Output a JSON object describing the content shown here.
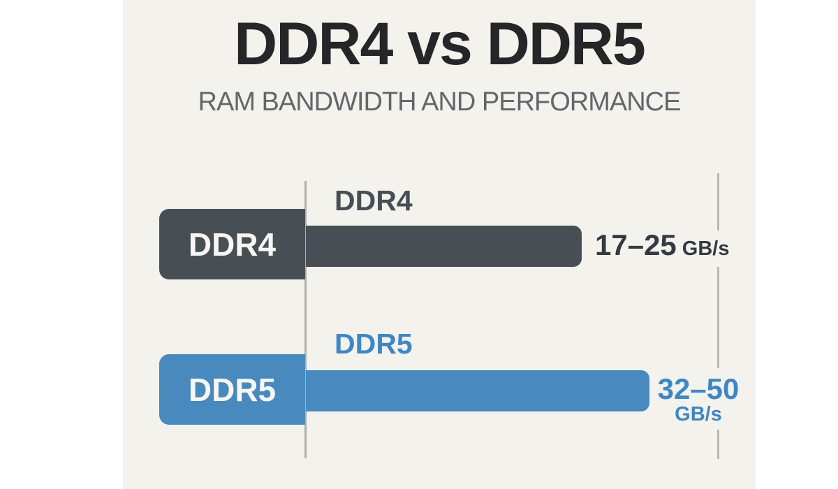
{
  "header": {
    "title": "DDR4 vs DDR5",
    "subtitle": "RAM BANDWIDTH AND PERFORMANCE"
  },
  "colors": {
    "page_background": "#ffffff",
    "panel_background": "#f4f2ed",
    "title_text": "#242628",
    "subtitle_text": "#61676b",
    "ddr4_dark": "#474f54",
    "ddr4_value_text": "#343b40",
    "ddr5_blue": "#4889be",
    "ddr5_text": "#3e87c4",
    "box_label_text": "#f7f6f3",
    "axis_line_gray": "#b0aeaa",
    "guide_line_gray": "#b9b7b4"
  },
  "chart_data": {
    "type": "bar",
    "orientation": "horizontal",
    "title": "DDR4 vs DDR5",
    "subtitle": "RAM BANDWIDTH AND PERFORMANCE",
    "categories": [
      "DDR4",
      "DDR5"
    ],
    "unit": "GB/s",
    "gridlines": false,
    "legend_position": "none",
    "value_axis_ticks": "none",
    "series": [
      {
        "name": "DDR4",
        "bandwidth_min_gbps": 17,
        "bandwidth_max_gbps": 25,
        "value_label": "17–25",
        "unit_label": "GB/s",
        "color": "#474f54",
        "text_color": "#343b40"
      },
      {
        "name": "DDR5",
        "bandwidth_min_gbps": 32,
        "bandwidth_max_gbps": 50,
        "value_label": "32–50",
        "unit_label": "GB/s",
        "color": "#4889be",
        "text_color": "#3e87c4"
      }
    ]
  }
}
